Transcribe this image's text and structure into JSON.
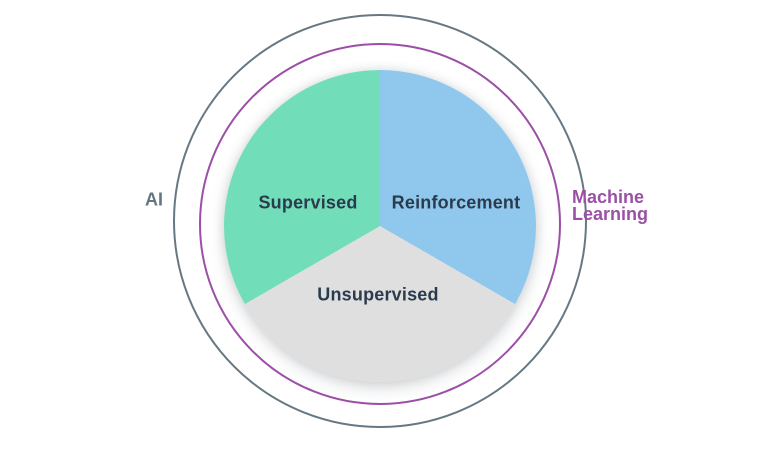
{
  "canvas": {
    "background": "#ffffff"
  },
  "outer_ring": {
    "label": "AI",
    "stroke_color": "#667883",
    "label_color": "#64767f"
  },
  "inner_ring": {
    "label_line1": "Machine",
    "label_line2": "Learning",
    "stroke_color": "#9c4fa6",
    "label_color": "#9c4fa6"
  },
  "pie": {
    "label_color": "#2a3b4d",
    "segments": [
      {
        "name": "reinforcement",
        "label": "Reinforcement",
        "color": "#90c7ec",
        "start_deg": 0,
        "end_deg": 120
      },
      {
        "name": "unsupervised",
        "label": "Unsupervised",
        "color": "#dfdfdf",
        "start_deg": 120,
        "end_deg": 240
      },
      {
        "name": "supervised",
        "label": "Supervised",
        "color": "#71ddb9",
        "start_deg": 240,
        "end_deg": 360
      }
    ]
  }
}
